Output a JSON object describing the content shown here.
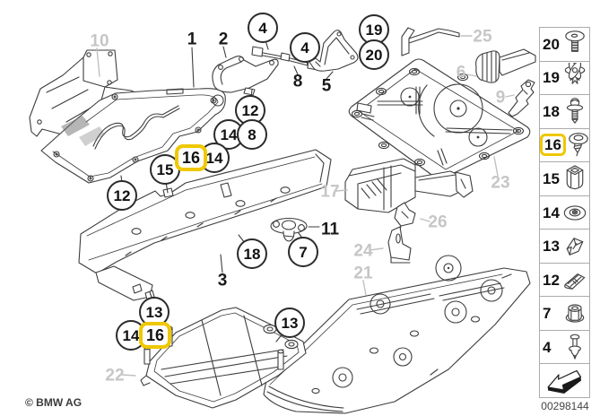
{
  "footer": {
    "copyright": "© BMW AG",
    "diagram_number": "00298144"
  },
  "colors": {
    "highlight_yellow": "#EFC800",
    "reference_gray": "#C6C6C6",
    "line_art": "#3D3D3D"
  },
  "callouts": {
    "circled": [
      "4",
      "4",
      "19",
      "20",
      "12",
      "14",
      "8",
      "14",
      "15",
      "12",
      "18",
      "7",
      "13",
      "14",
      "13"
    ],
    "highlighted": [
      "16",
      "16"
    ],
    "plain": [
      "1",
      "2",
      "8",
      "5",
      "3",
      "11"
    ],
    "reference": [
      "10",
      "25",
      "6",
      "9",
      "17",
      "23",
      "26",
      "24",
      "21",
      "22"
    ]
  },
  "legend": {
    "rows": [
      {
        "number": "20",
        "icon": "flat-head-screw-icon"
      },
      {
        "number": "19",
        "icon": "expanding-rivet-icon"
      },
      {
        "number": "18",
        "icon": "washer-screw-icon"
      },
      {
        "number": "16",
        "icon": "tapping-screw-icon",
        "highlighted": true
      },
      {
        "number": "15",
        "icon": "expansion-nut-icon"
      },
      {
        "number": "14",
        "icon": "plate-nut-icon"
      },
      {
        "number": "13",
        "icon": "clamp-clip-icon"
      },
      {
        "number": "12",
        "icon": "edge-clip-icon"
      },
      {
        "number": "7",
        "icon": "plastic-nut-icon"
      },
      {
        "number": "4",
        "icon": "expanding-pin-icon"
      },
      {
        "number": "",
        "icon": "direction-arrow-icon"
      }
    ]
  }
}
